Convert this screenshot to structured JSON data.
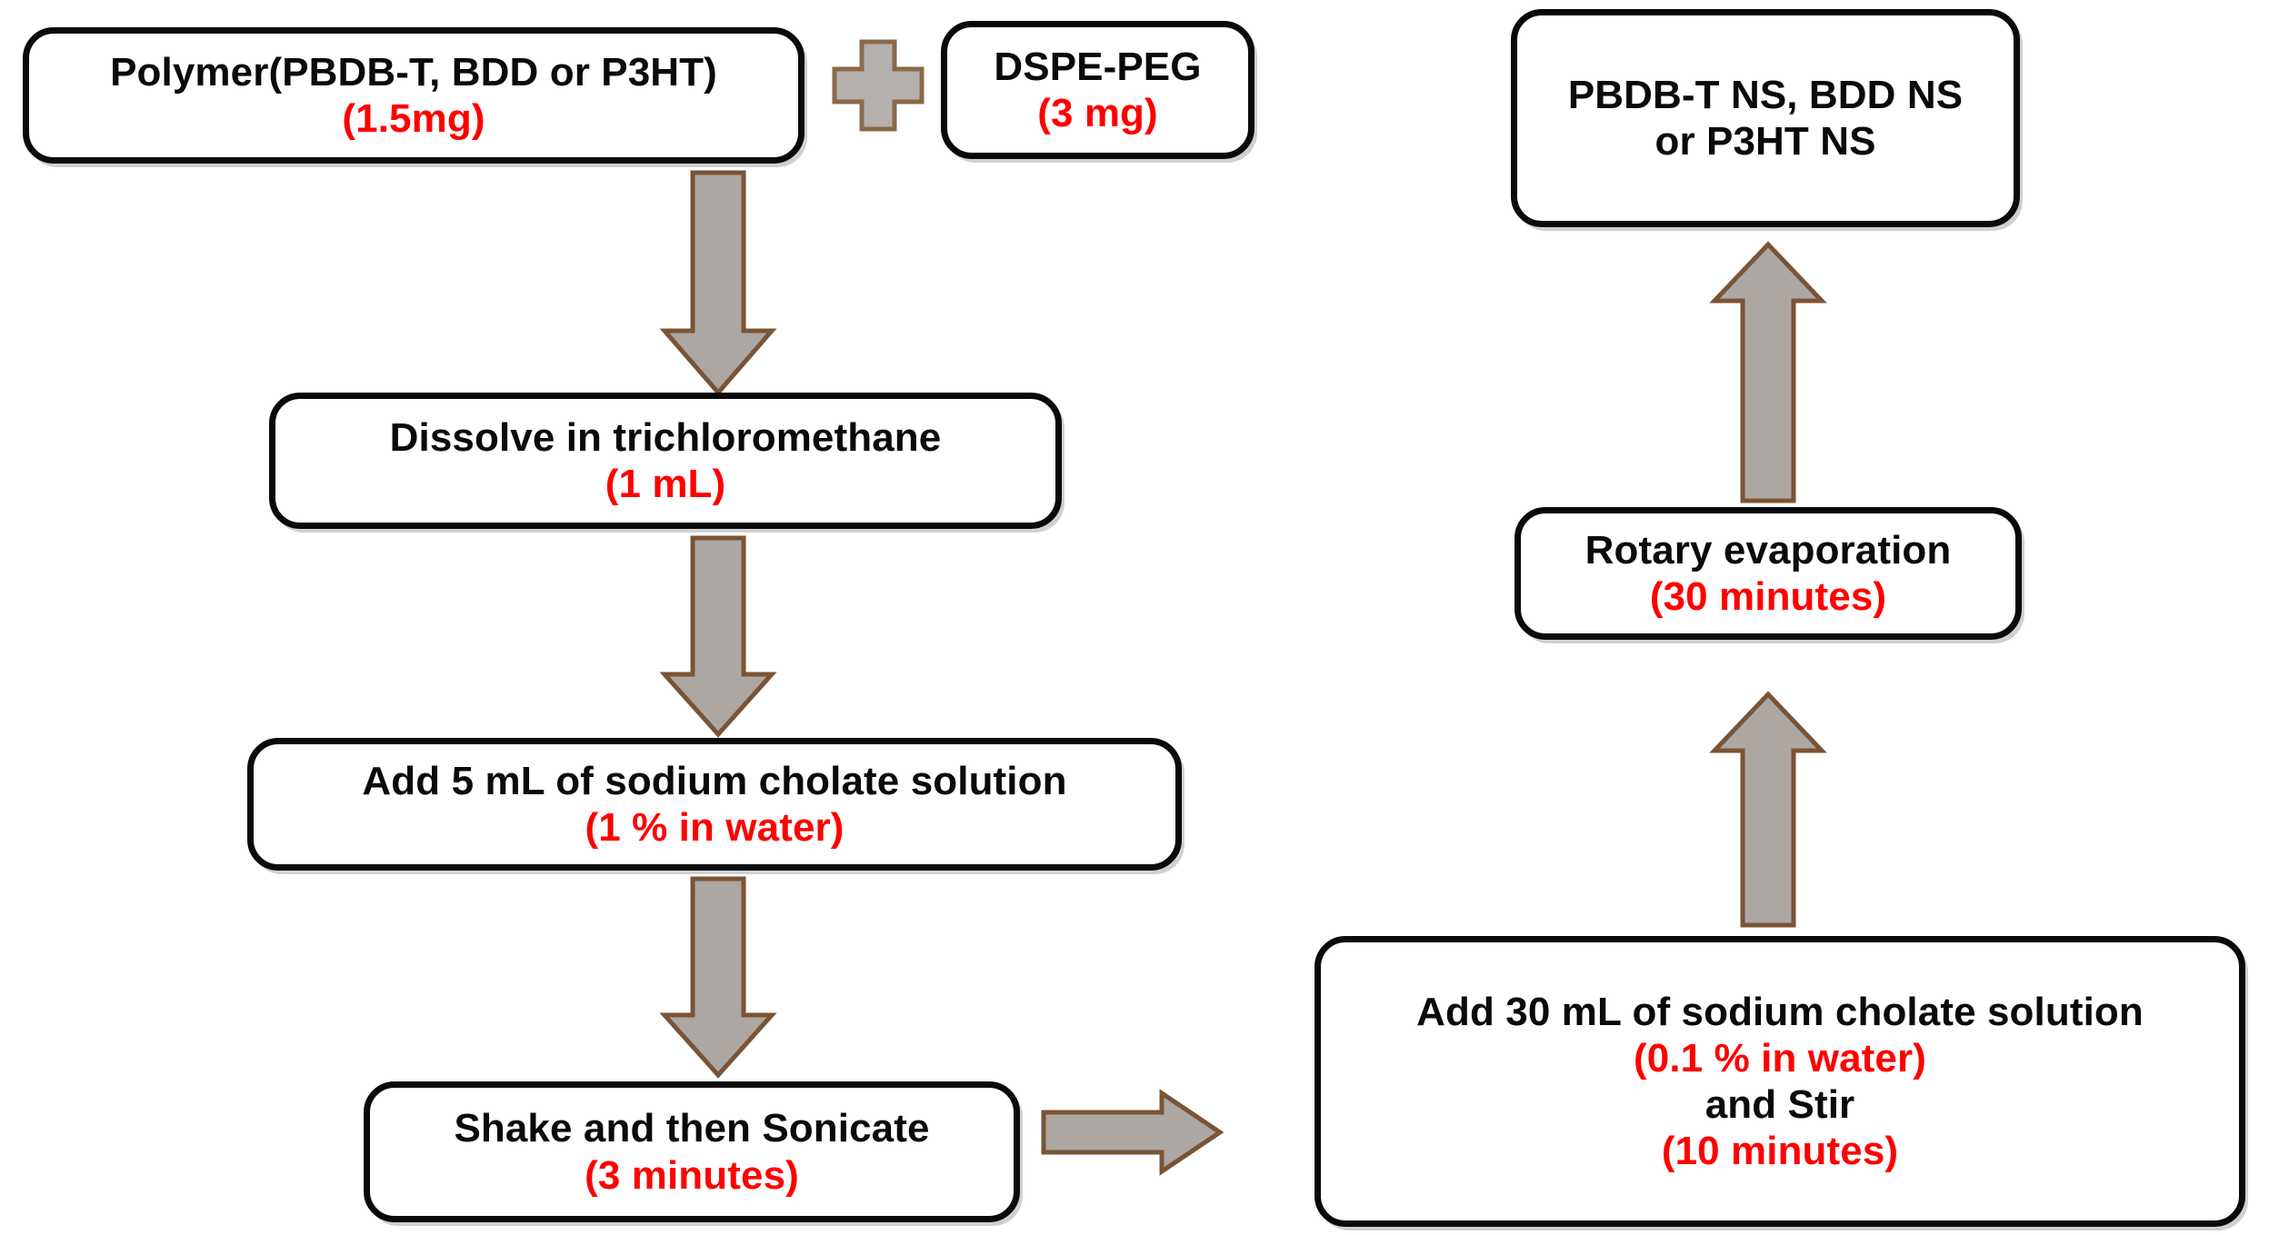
{
  "diagram": {
    "title": "Polymer nanosphere preparation flowchart",
    "colors": {
      "box_border": "#0a0a0a",
      "box_fill": "#ffffff",
      "text_primary": "#0a0a0a",
      "text_accent": "#ff0000",
      "arrow_fill": "#ada7a3",
      "arrow_stroke": "#7a5434",
      "plus_fill": "#b5b0ad",
      "plus_stroke": "#8a6a4a"
    },
    "nodes": [
      {
        "id": "polymer",
        "lines": [
          {
            "text": "Polymer(PBDB-T, BDD or P3HT)",
            "accent": false
          },
          {
            "text": "(1.5mg)",
            "accent": true
          }
        ]
      },
      {
        "id": "dspe-peg",
        "lines": [
          {
            "text": "DSPE-PEG",
            "accent": false
          },
          {
            "text": "(3 mg)",
            "accent": true
          }
        ]
      },
      {
        "id": "product",
        "lines": [
          {
            "text": "PBDB-T NS, BDD NS",
            "accent": false
          },
          {
            "text": "or P3HT NS",
            "accent": false
          }
        ]
      },
      {
        "id": "dissolve",
        "lines": [
          {
            "text": "Dissolve in trichloromethane",
            "accent": false
          },
          {
            "text": "(1 mL)",
            "accent": true
          }
        ]
      },
      {
        "id": "rotary",
        "lines": [
          {
            "text": "Rotary evaporation",
            "accent": false
          },
          {
            "text": "(30 minutes)",
            "accent": true
          }
        ]
      },
      {
        "id": "add5",
        "lines": [
          {
            "text": "Add 5 mL of sodium cholate solution",
            "accent": false
          },
          {
            "text": "(1 % in water)",
            "accent": true
          }
        ]
      },
      {
        "id": "shake",
        "lines": [
          {
            "text": "Shake and then Sonicate",
            "accent": false
          },
          {
            "text": "(3 minutes)",
            "accent": true
          }
        ]
      },
      {
        "id": "add30",
        "lines": [
          {
            "text": "Add 30 mL of sodium cholate solution",
            "accent": false
          },
          {
            "text": "(0.1 % in water)",
            "accent": true
          },
          {
            "text": "and Stir",
            "accent": false
          },
          {
            "text": "(10 minutes)",
            "accent": true
          }
        ]
      }
    ],
    "connectors": [
      {
        "id": "polymer-to-dissolve",
        "direction": "down"
      },
      {
        "id": "dissolve-to-add5",
        "direction": "down"
      },
      {
        "id": "add5-to-shake",
        "direction": "down"
      },
      {
        "id": "shake-to-add30",
        "direction": "right"
      },
      {
        "id": "add30-to-rotary",
        "direction": "up"
      },
      {
        "id": "rotary-to-product",
        "direction": "up"
      }
    ],
    "operators": [
      {
        "id": "plus",
        "symbol": "+"
      }
    ]
  }
}
